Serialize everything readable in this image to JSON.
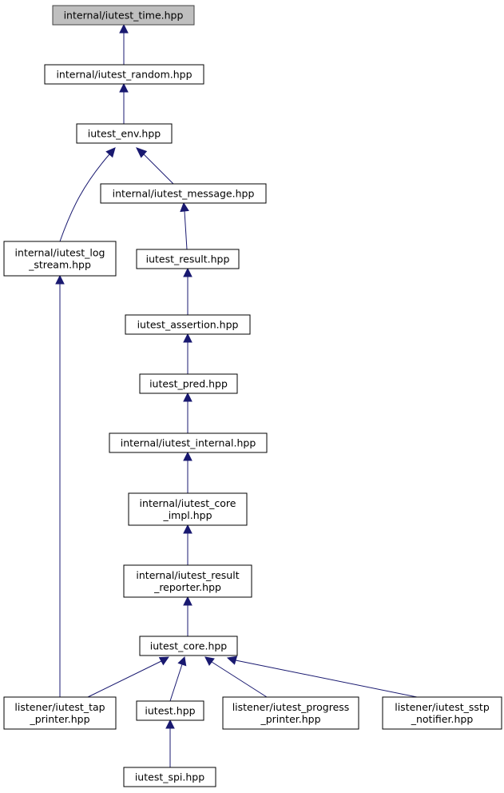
{
  "graph": {
    "colors": {
      "edge": "#191970",
      "root_fill": "#bfbfbf",
      "node_fill": "#ffffff",
      "node_border": "#000000"
    },
    "nodes": [
      {
        "id": "time",
        "lines": [
          "internal/iutest_time.hpp"
        ]
      },
      {
        "id": "random",
        "lines": [
          "internal/iutest_random.hpp"
        ]
      },
      {
        "id": "env",
        "lines": [
          "iutest_env.hpp"
        ]
      },
      {
        "id": "message",
        "lines": [
          "internal/iutest_message.hpp"
        ]
      },
      {
        "id": "log_stream",
        "lines": [
          "internal/iutest_log",
          "_stream.hpp"
        ]
      },
      {
        "id": "result",
        "lines": [
          "iutest_result.hpp"
        ]
      },
      {
        "id": "assertion",
        "lines": [
          "iutest_assertion.hpp"
        ]
      },
      {
        "id": "pred",
        "lines": [
          "iutest_pred.hpp"
        ]
      },
      {
        "id": "internal",
        "lines": [
          "internal/iutest_internal.hpp"
        ]
      },
      {
        "id": "core_impl",
        "lines": [
          "internal/iutest_core",
          "_impl.hpp"
        ]
      },
      {
        "id": "result_reporter",
        "lines": [
          "internal/iutest_result",
          "_reporter.hpp"
        ]
      },
      {
        "id": "core",
        "lines": [
          "iutest_core.hpp"
        ]
      },
      {
        "id": "tap_printer",
        "lines": [
          "listener/iutest_tap",
          "_printer.hpp"
        ]
      },
      {
        "id": "iutest",
        "lines": [
          "iutest.hpp"
        ]
      },
      {
        "id": "progress",
        "lines": [
          "listener/iutest_progress",
          "_printer.hpp"
        ]
      },
      {
        "id": "sstp",
        "lines": [
          "listener/iutest_sstp",
          "_notifier.hpp"
        ]
      },
      {
        "id": "spi",
        "lines": [
          "iutest_spi.hpp"
        ]
      }
    ],
    "edges": [
      {
        "from": "random",
        "to": "time"
      },
      {
        "from": "env",
        "to": "random"
      },
      {
        "from": "log_stream",
        "to": "env"
      },
      {
        "from": "message",
        "to": "env"
      },
      {
        "from": "result",
        "to": "message"
      },
      {
        "from": "tap_printer",
        "to": "log_stream"
      },
      {
        "from": "assertion",
        "to": "result"
      },
      {
        "from": "pred",
        "to": "assertion"
      },
      {
        "from": "internal",
        "to": "pred"
      },
      {
        "from": "core_impl",
        "to": "internal"
      },
      {
        "from": "result_reporter",
        "to": "core_impl"
      },
      {
        "from": "core",
        "to": "result_reporter"
      },
      {
        "from": "tap_printer",
        "to": "core"
      },
      {
        "from": "iutest",
        "to": "core"
      },
      {
        "from": "progress",
        "to": "core"
      },
      {
        "from": "sstp",
        "to": "core"
      },
      {
        "from": "spi",
        "to": "iutest"
      }
    ]
  }
}
